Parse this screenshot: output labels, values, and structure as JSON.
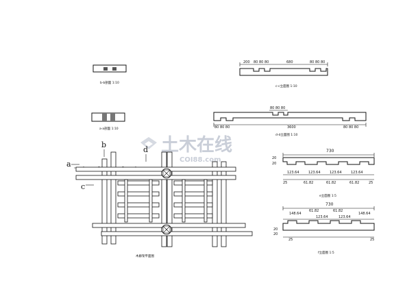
{
  "watermark": {
    "cn": "土木在线",
    "en": "COI88.com"
  },
  "sections": {
    "b_title": "b-b剖面 1:10",
    "a_title": "a-a剖面 1:10",
    "c_title": "c-c立面图 1:10",
    "d_title": "d-d立面图 1:10"
  },
  "c_dims": {
    "d1": "200",
    "d2": "80",
    "d3": "80",
    "d4": "80",
    "d5": "680",
    "d6": "80",
    "d7": "80",
    "d8": "80"
  },
  "d_dims": {
    "top": "80 80 80",
    "mid": "3600",
    "bl": "80 80 80",
    "br": "80 80 80"
  },
  "elev1": {
    "total": "730",
    "side": "20",
    "top": [
      "123.64",
      "123.64",
      "123.64",
      "123.64"
    ],
    "bottom": [
      "25",
      "61.82",
      "61.82",
      "61.82",
      "25"
    ],
    "title": "e立面图 1:5"
  },
  "elev2": {
    "total": "730",
    "top": [
      "148.64",
      "61.82",
      "61.82",
      "148.64"
    ],
    "mid": [
      "123.64",
      "123.64"
    ],
    "left": "25",
    "right": "25",
    "side": "20",
    "title": "f立面图 1:5"
  },
  "plan": {
    "label_a": "a",
    "label_b": "b",
    "label_c": "c",
    "label_d": "d",
    "n1": "4",
    "n2": "3",
    "n3": "3",
    "n4": "4",
    "title": "木廊架平面图"
  }
}
